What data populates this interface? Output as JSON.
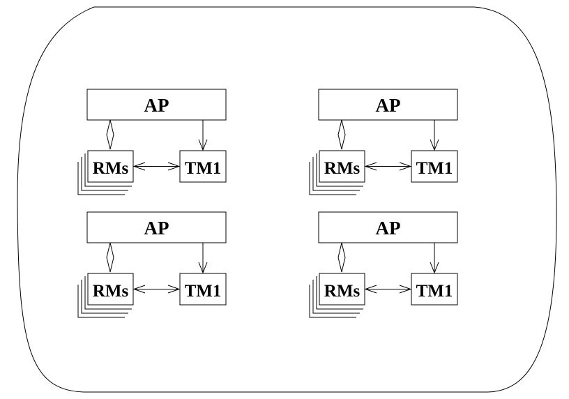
{
  "diagram": {
    "groups": [
      {
        "ap_label": "AP",
        "rm_label": "RMs",
        "tm_label": "TM1"
      },
      {
        "ap_label": "AP",
        "rm_label": "RMs",
        "tm_label": "TM1"
      },
      {
        "ap_label": "AP",
        "rm_label": "RMs",
        "tm_label": "TM1"
      },
      {
        "ap_label": "AP",
        "rm_label": "RMs",
        "tm_label": "TM1"
      }
    ]
  }
}
